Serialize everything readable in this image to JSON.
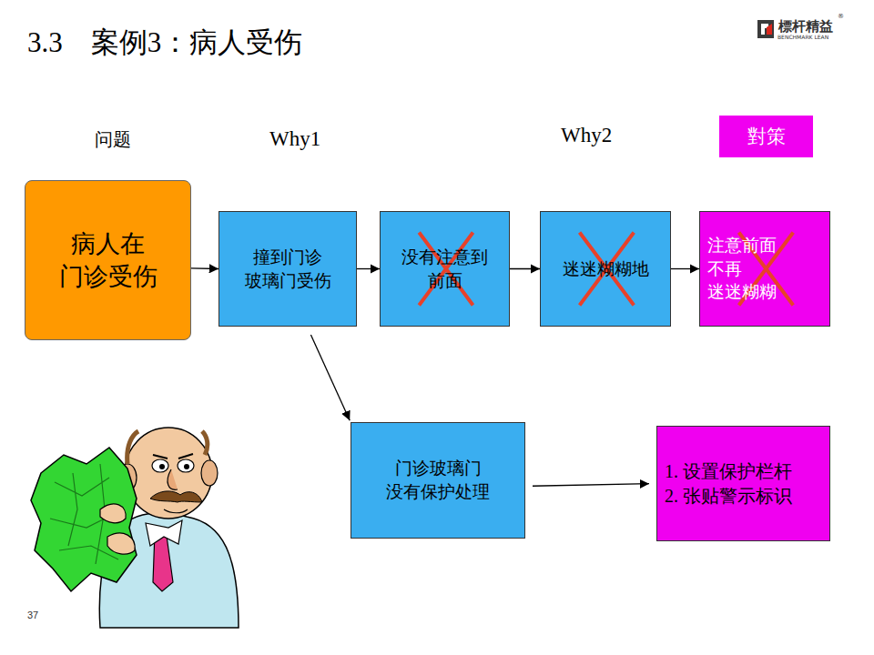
{
  "diagram": {
    "title": "3.3　案例3：病人受伤",
    "nodes": [
      {
        "text": [
          "對策"
        ]
      },
      {
        "text": [
          "病人在 门诊受伤"
        ]
      },
      {
        "text": [
          "撞到门诊 玻璃门受伤"
        ]
      },
      {
        "text": [
          "没有注意到 前面"
        ]
      },
      {
        "text": [
          "迷迷糊糊地"
        ]
      },
      {
        "text": [
          "注意前面 不再 迷迷糊糊"
        ]
      },
      {
        "text": [
          "门诊玻璃门 没有保护处理"
        ]
      },
      {
        "text": [
          "1. 设置保护栏杆",
          "2. 张贴警示标识"
        ]
      }
    ],
    "edges": [
      {
        "from": 1,
        "to": 2,
        "arrow": "to"
      },
      {
        "from": 2,
        "to": 3,
        "arrow": "to"
      },
      {
        "from": 3,
        "to": 4,
        "arrow": "to"
      },
      {
        "from": 4,
        "to": 5,
        "arrow": "to"
      },
      {
        "from": 2,
        "to": 6,
        "arrow": "to"
      },
      {
        "from": 6,
        "to": 7,
        "arrow": "to"
      }
    ],
    "labels": [
      "问题",
      "Why1",
      "Why2",
      "標杆精益",
      "®",
      "BENCHMARK LEAN",
      "37"
    ]
  }
}
